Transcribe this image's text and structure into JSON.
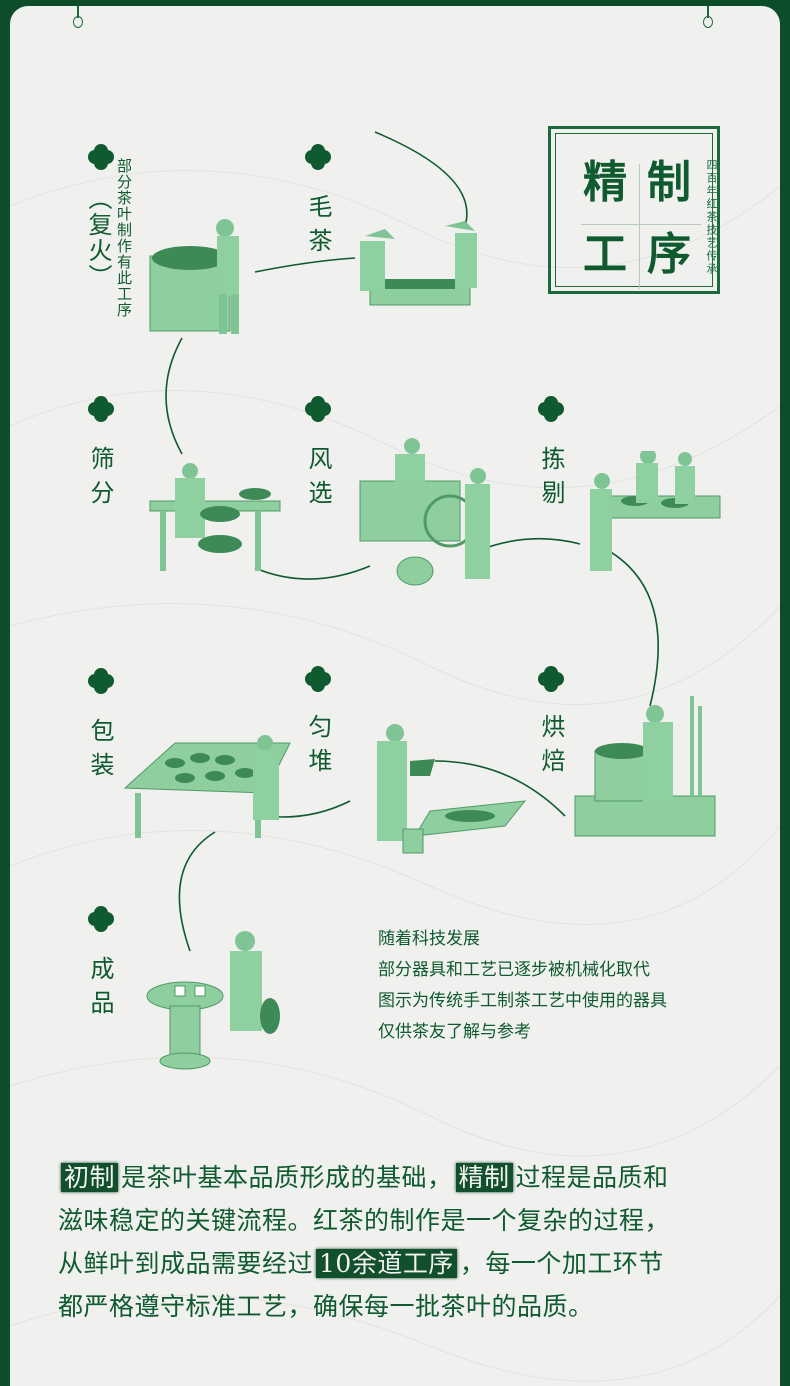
{
  "title_seal": {
    "chars": [
      "精",
      "制",
      "工",
      "序"
    ],
    "subtitle": "四百年红茶技艺传承"
  },
  "colors": {
    "brand_green": "#0f5a2e",
    "background": "#f0f0ef",
    "border": "#0d4d2a",
    "illustration_green": "#7fc495"
  },
  "steps": [
    {
      "label": "（复火）",
      "note": "部分茶叶制作有此工序",
      "icon": "clover-icon"
    },
    {
      "label": "毛茶",
      "icon": "clover-icon"
    },
    {
      "label": "筛分",
      "icon": "clover-icon"
    },
    {
      "label": "风选",
      "icon": "clover-icon"
    },
    {
      "label": "拣剔",
      "icon": "clover-icon"
    },
    {
      "label": "包装",
      "icon": "clover-icon"
    },
    {
      "label": "匀堆",
      "icon": "clover-icon"
    },
    {
      "label": "烘焙",
      "icon": "clover-icon"
    },
    {
      "label": "成品",
      "icon": "clover-icon"
    }
  ],
  "disclaimer": [
    "随着科技发展",
    "部分器具和工艺已逐步被机械化取代",
    "图示为传统手工制茶工艺中使用的器具",
    "仅供茶友了解与参考"
  ],
  "paragraph": {
    "line1_hl1": "初制",
    "line1_mid": "是茶叶基本品质形成的基础，",
    "line1_hl2": "精制",
    "line1_end": "过程是品质和",
    "line2": "滋味稳定的关键流程。红茶的制作是一个复杂的过程，",
    "line3_start": "从鲜叶到成品需要经过",
    "line3_hl": "10余道工序",
    "line3_end": "，每一个加工环节",
    "line4": "都严格遵守标准工艺，确保每一批茶叶的品质。"
  }
}
